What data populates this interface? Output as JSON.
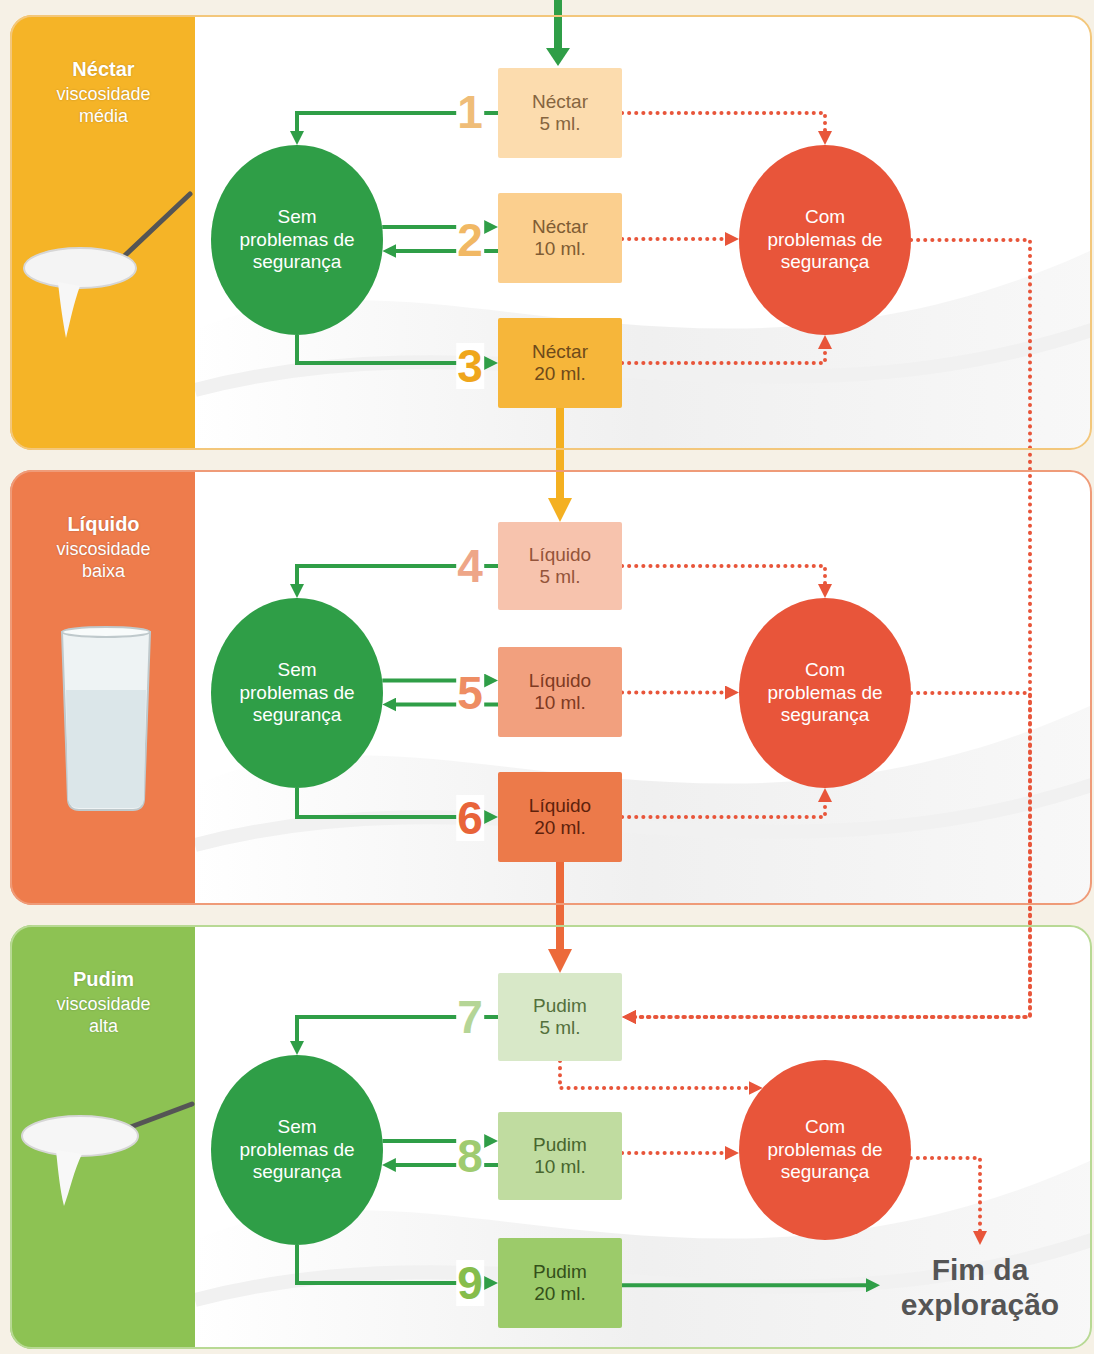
{
  "diagram": {
    "nodes": [
      {
        "text": [
          "Néctar",
          "viscosidade média"
        ]
      },
      {
        "text": [
          "Néctar 5 ml."
        ],
        "in": 0
      },
      {
        "text": [
          "Sem problemas de segurança"
        ],
        "in": 0
      },
      {
        "text": [
          "Néctar 10 ml."
        ],
        "in": 0
      },
      {
        "text": [
          "Com problemas de segurança"
        ],
        "in": 0
      },
      {
        "text": [
          "Néctar 20 ml."
        ],
        "in": 0
      },
      {
        "text": [
          "Líquido",
          "viscosidade baixa"
        ]
      },
      {
        "text": [
          "Líquido 5 ml."
        ],
        "in": 6
      },
      {
        "text": [
          "Sem problemas de segurança"
        ],
        "in": 6
      },
      {
        "text": [
          "Líquido 10 ml."
        ],
        "in": 6
      },
      {
        "text": [
          "Com problemas de segurança"
        ],
        "in": 6
      },
      {
        "text": [
          "Líquido 20 ml."
        ],
        "in": 6
      },
      {
        "text": [
          "Pudim",
          "viscosidade alta"
        ]
      },
      {
        "text": [
          "Pudim 5 ml."
        ],
        "in": 12
      },
      {
        "text": [
          "Sem problemas de segurança"
        ],
        "in": 12
      },
      {
        "text": [
          "Pudim 10 ml."
        ],
        "in": 12
      },
      {
        "text": [
          "Com problemas de segurança"
        ],
        "in": 12
      },
      {
        "text": [
          "Pudim 20 ml."
        ],
        "in": 12
      },
      {
        "text": [
          "Fim da exploração"
        ],
        "in": 12
      }
    ],
    "edges": [
      {
        "from": 1,
        "to": 2,
        "arrow": "to"
      },
      {
        "from": 2,
        "to": 3,
        "arrow": "to"
      },
      {
        "from": 3,
        "to": 2,
        "arrow": "to"
      },
      {
        "from": 2,
        "to": 5,
        "arrow": "to"
      },
      {
        "from": 1,
        "to": 4,
        "arrow": "to"
      },
      {
        "from": 3,
        "to": 4,
        "arrow": "to"
      },
      {
        "from": 5,
        "to": 4,
        "arrow": "to"
      },
      {
        "from": 4,
        "to": 13,
        "arrow": "to"
      },
      {
        "from": 5,
        "to": 7,
        "arrow": "to"
      },
      {
        "from": 7,
        "to": 8,
        "arrow": "to"
      },
      {
        "from": 8,
        "to": 9,
        "arrow": "to"
      },
      {
        "from": 9,
        "to": 8,
        "arrow": "to"
      },
      {
        "from": 8,
        "to": 11,
        "arrow": "to"
      },
      {
        "from": 7,
        "to": 10,
        "arrow": "to"
      },
      {
        "from": 9,
        "to": 10,
        "arrow": "to"
      },
      {
        "from": 11,
        "to": 10,
        "arrow": "to"
      },
      {
        "from": 10,
        "to": 13,
        "arrow": "to"
      },
      {
        "from": 11,
        "to": 13,
        "arrow": "to"
      },
      {
        "from": 13,
        "to": 14,
        "arrow": "to"
      },
      {
        "from": 14,
        "to": 15,
        "arrow": "to"
      },
      {
        "from": 15,
        "to": 14,
        "arrow": "to"
      },
      {
        "from": 14,
        "to": 17,
        "arrow": "to"
      },
      {
        "from": 13,
        "to": 16,
        "arrow": "to"
      },
      {
        "from": 15,
        "to": 16,
        "arrow": "to"
      },
      {
        "from": 16,
        "to": 18,
        "arrow": "to"
      },
      {
        "from": 17,
        "to": 18,
        "arrow": "to"
      }
    ],
    "labels": [
      "1",
      "2",
      "3",
      "4",
      "5",
      "6",
      "7",
      "8",
      "9"
    ]
  }
}
